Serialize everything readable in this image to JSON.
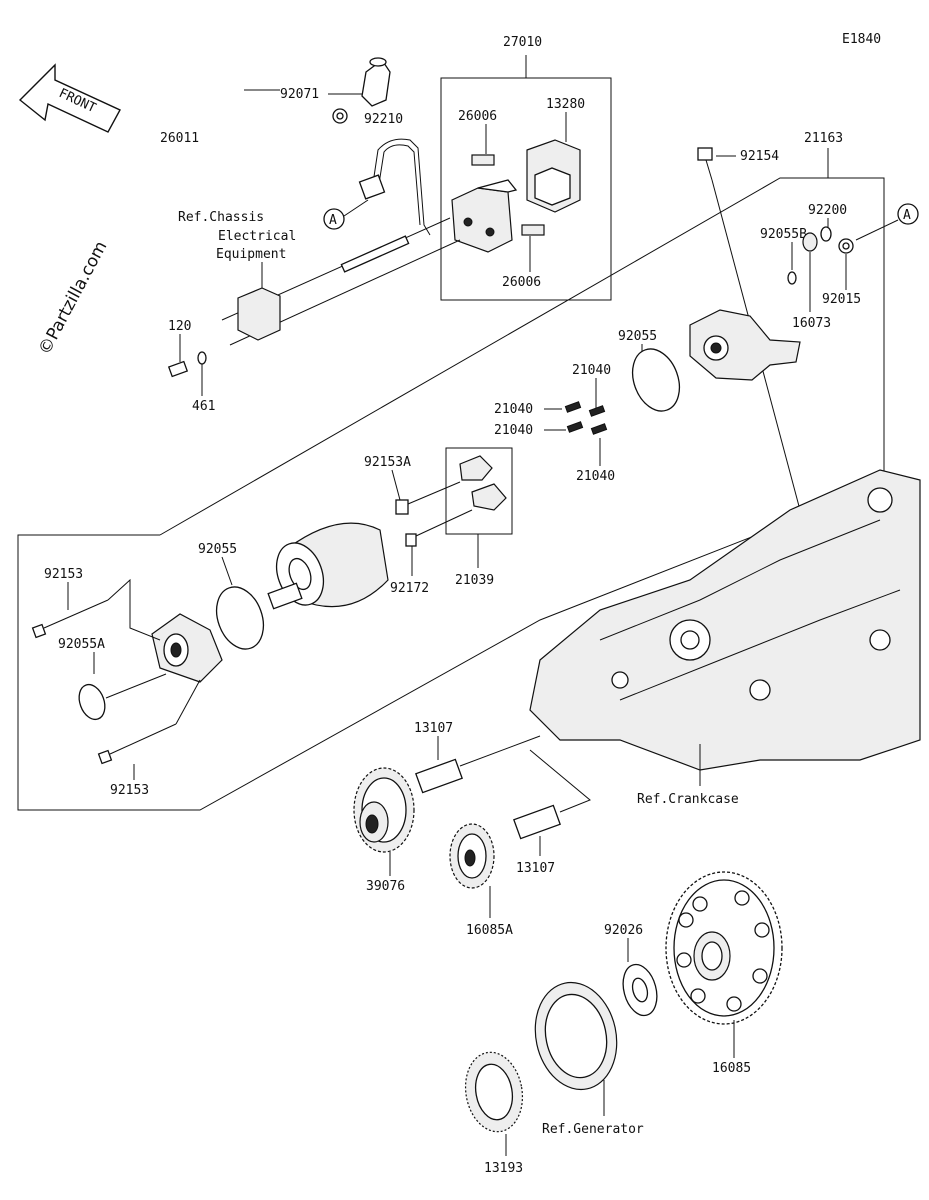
{
  "diagram_code": "E1840",
  "front_label": "FRONT",
  "watermark": "©Partzilla.com",
  "callout_letter": "A",
  "labels": {
    "p27010": "27010",
    "p92071": "92071",
    "p92210": "92210",
    "p26011": "26011",
    "p26006a": "26006",
    "p13280": "13280",
    "p26006b": "26006",
    "p92154": "92154",
    "p21163": "21163",
    "p92200": "92200",
    "p92055B": "92055B",
    "p92015": "92015",
    "p16073": "16073",
    "p92055a": "92055",
    "p120": "120",
    "p461": "461",
    "p21040a": "21040",
    "p21040b": "21040",
    "p21040c": "21040",
    "p21040d": "21040",
    "p92153A": "92153A",
    "p92172": "92172",
    "p21039": "21039",
    "p92055b": "92055",
    "p92153a": "92153",
    "p92055A": "92055A",
    "p92153b": "92153",
    "p13107a": "13107",
    "p13107b": "13107",
    "p39076": "39076",
    "p16085A": "16085A",
    "p92026": "92026",
    "p16085": "16085",
    "p13193": "13193"
  },
  "refs": {
    "chassis_1": "Ref.Chassis",
    "chassis_2": "Electrical",
    "chassis_3": "Equipment",
    "crankcase": "Ref.Crankcase",
    "generator": "Ref.Generator"
  }
}
